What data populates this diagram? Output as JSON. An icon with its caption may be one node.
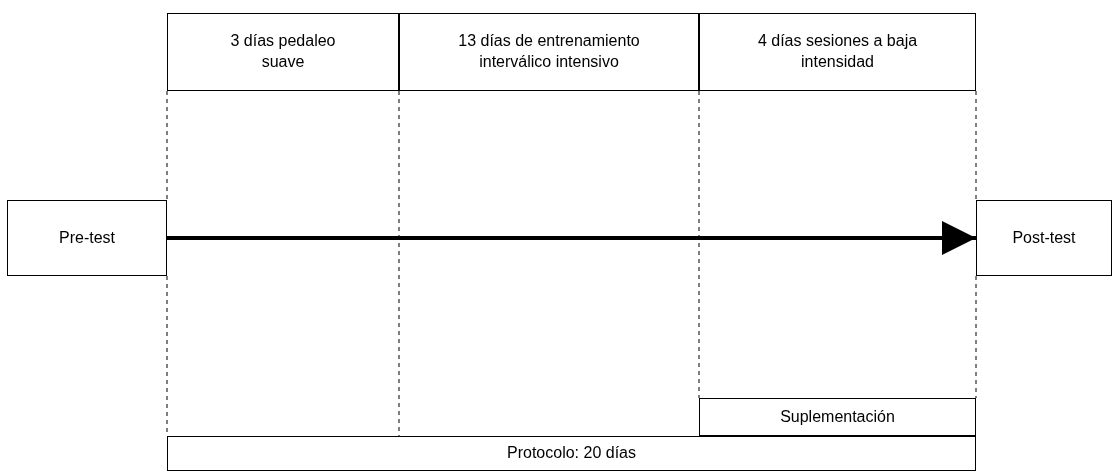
{
  "diagram": {
    "nodes": [
      {
        "text": [
          "3 días pedaleo suave"
        ]
      },
      {
        "text": [
          "13 días de entrenamiento interválico intensivo"
        ]
      },
      {
        "text": [
          "4 días sesiones a baja intensidad"
        ]
      },
      {
        "text": [
          "Pre-test"
        ]
      },
      {
        "text": [
          "Post-test"
        ]
      },
      {
        "text": [
          "Suplementación"
        ]
      },
      {
        "text": [
          "Protocolo: 20 días"
        ]
      }
    ],
    "edges": [
      {
        "from": 3,
        "to": 4,
        "arrow": "to"
      }
    ]
  }
}
